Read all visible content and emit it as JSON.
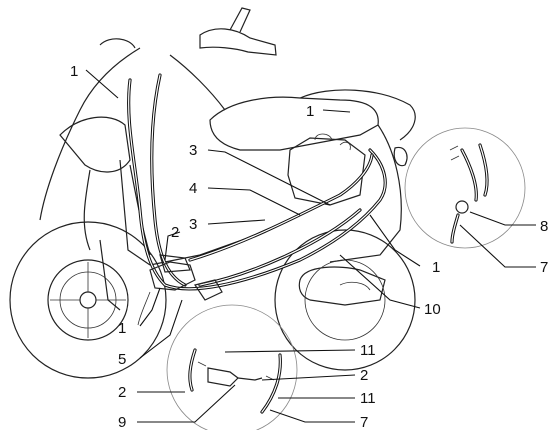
{
  "labels": {
    "l1a": "1",
    "l1b": "1",
    "l1c": "1",
    "l1d": "1",
    "l2a": "2",
    "l2b": "2",
    "l2c": "2",
    "l3a": "3",
    "l3b": "3",
    "l4": "4",
    "l5": "5",
    "l7a": "7",
    "l7b": "7",
    "l8": "8",
    "l9": "9",
    "l10": "10",
    "l11a": "11",
    "l11b": "11"
  }
}
